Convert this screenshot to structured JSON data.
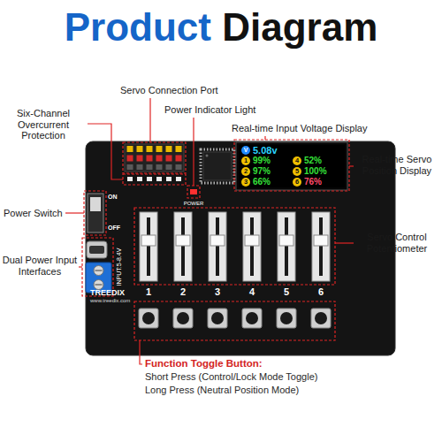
{
  "diagram": {
    "title": "Product Diagram",
    "nodes": [
      {
        "text": [
          "ON",
          "OFF",
          "POWER",
          "INPUT:5-8.4V",
          "1",
          "2",
          "3",
          "4",
          "5",
          "6",
          "TREEDIX",
          "www.treedix.com"
        ]
      },
      {
        "text": [
          "V",
          "5.08v",
          "1",
          "99%",
          "4",
          "52%",
          "2",
          "97%",
          "5",
          "100%",
          "3",
          "66%",
          "6",
          "76%"
        ],
        "in": 0
      }
    ],
    "labels": [
      "Servo Connection Port",
      "Power Indicator Light",
      "Six-Channel Overcurrent Protection",
      "Real-time Input Voltage Display",
      "Power Switch",
      "Real-time Servo Position Display",
      "Dual Power Input Interfaces",
      "Servo Control Potentiometer",
      "Function Toggle Button:",
      "Short Press (Control/Lock Mode Toggle)",
      "Long Press (Neutral Position Mode)"
    ]
  }
}
